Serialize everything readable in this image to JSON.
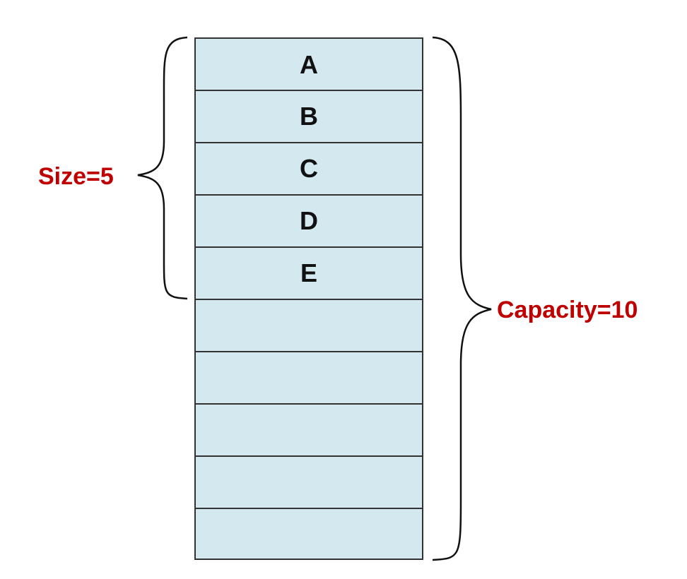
{
  "diagram": {
    "cells": [
      "A",
      "B",
      "C",
      "D",
      "E",
      "",
      "",
      "",
      "",
      ""
    ],
    "size_label": "Size=5",
    "capacity_label": "Capacity=10",
    "colors": {
      "cell_fill": "#d4e8f0",
      "cell_border": "#333333",
      "label": "#c00000",
      "text": "#111111"
    }
  }
}
